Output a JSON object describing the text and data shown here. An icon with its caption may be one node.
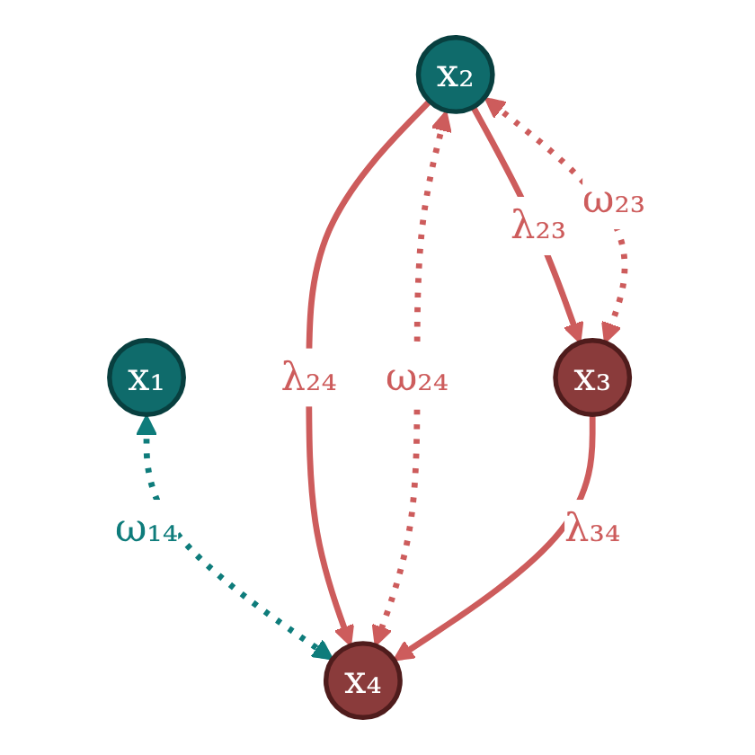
{
  "diagram": {
    "nodes": [
      {
        "text": [
          "x₁"
        ]
      },
      {
        "text": [
          "x₂"
        ]
      },
      {
        "text": [
          "x₃"
        ]
      },
      {
        "text": [
          "x₄"
        ]
      }
    ],
    "edges": [
      {
        "from": 0,
        "to": 3,
        "arrow": "both",
        "label": "ω₁₄",
        "style": "dashed",
        "color": "#0e7c7b"
      },
      {
        "from": 1,
        "to": 2,
        "arrow": "to",
        "label": "λ₂₃"
      },
      {
        "from": 1,
        "to": 2,
        "arrow": "both",
        "label": "ω₂₃",
        "style": "dashed"
      },
      {
        "from": 1,
        "to": 3,
        "arrow": "to",
        "label": "λ₂₄"
      },
      {
        "from": 1,
        "to": 3,
        "arrow": "both",
        "label": "ω₂₄",
        "style": "dashed"
      },
      {
        "from": 2,
        "to": 3,
        "arrow": "to",
        "label": "λ₃₄"
      }
    ]
  }
}
